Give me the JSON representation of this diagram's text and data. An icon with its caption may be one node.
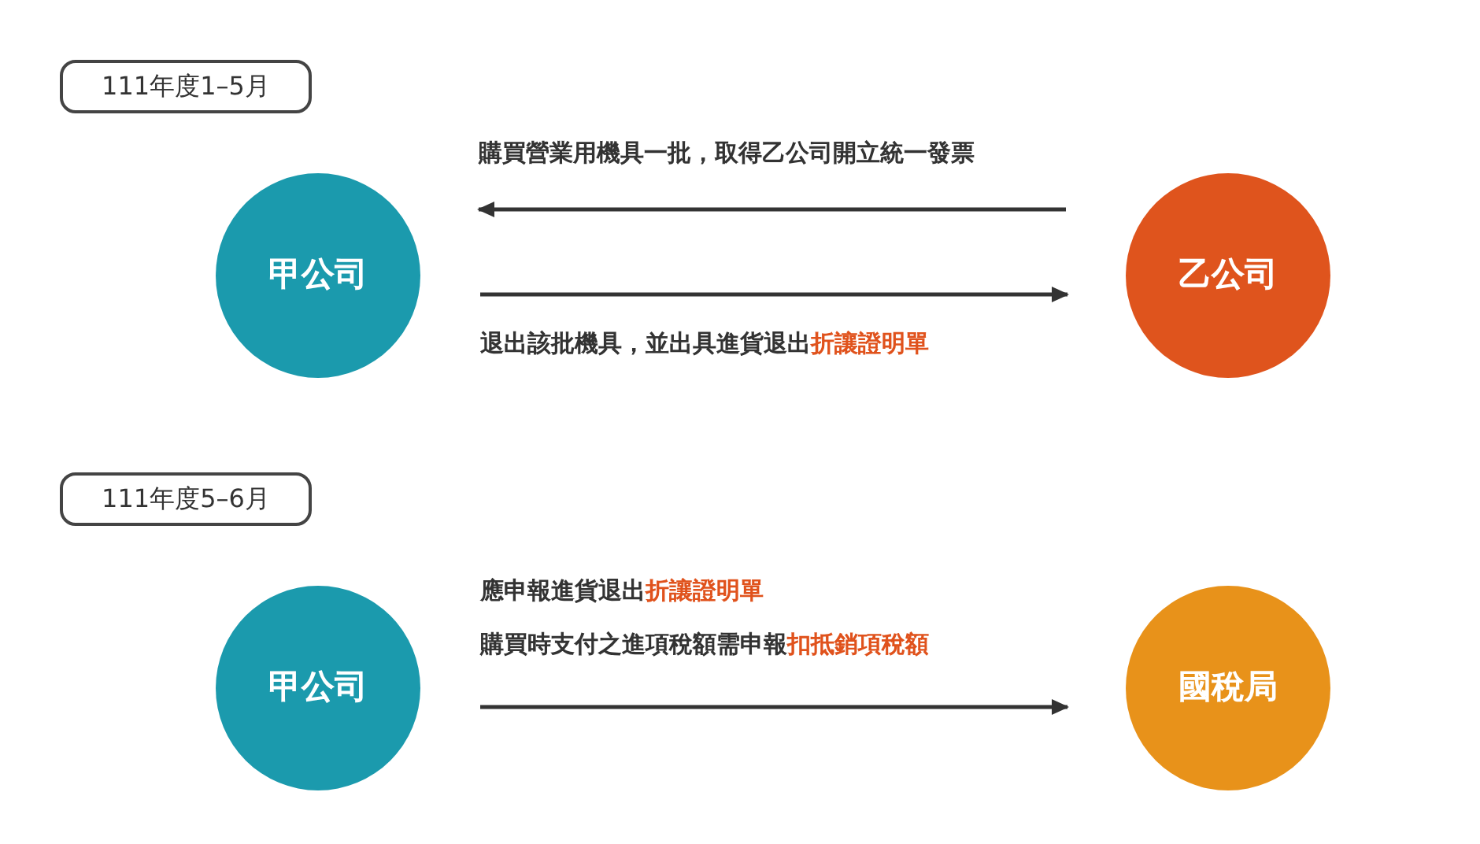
{
  "diagram": {
    "nodes": [
      {
        "text": [
          "111年度1–5月"
        ]
      },
      {
        "text": [
          "甲公司"
        ]
      },
      {
        "text": [
          "乙公司"
        ]
      },
      {
        "text": [
          "111年度5–6月"
        ]
      },
      {
        "text": [
          "甲公司"
        ]
      },
      {
        "text": [
          "國稅局"
        ]
      }
    ],
    "edges": [
      {
        "from": 2,
        "to": 1,
        "arrow": "to",
        "label": "購買營業用機具一批，取得乙公司開立統一發票"
      },
      {
        "from": 1,
        "to": 2,
        "arrow": "to",
        "label": "退出該批機具，並出具進貨退出**折讓證明單**"
      },
      {
        "from": 4,
        "to": 5,
        "arrow": "to",
        "label": "應申報進貨退出**折讓證明單**"
      }
    ],
    "labels": [
      "購買時支付之進項稅額需申報**扣抵銷項稅額**"
    ]
  }
}
